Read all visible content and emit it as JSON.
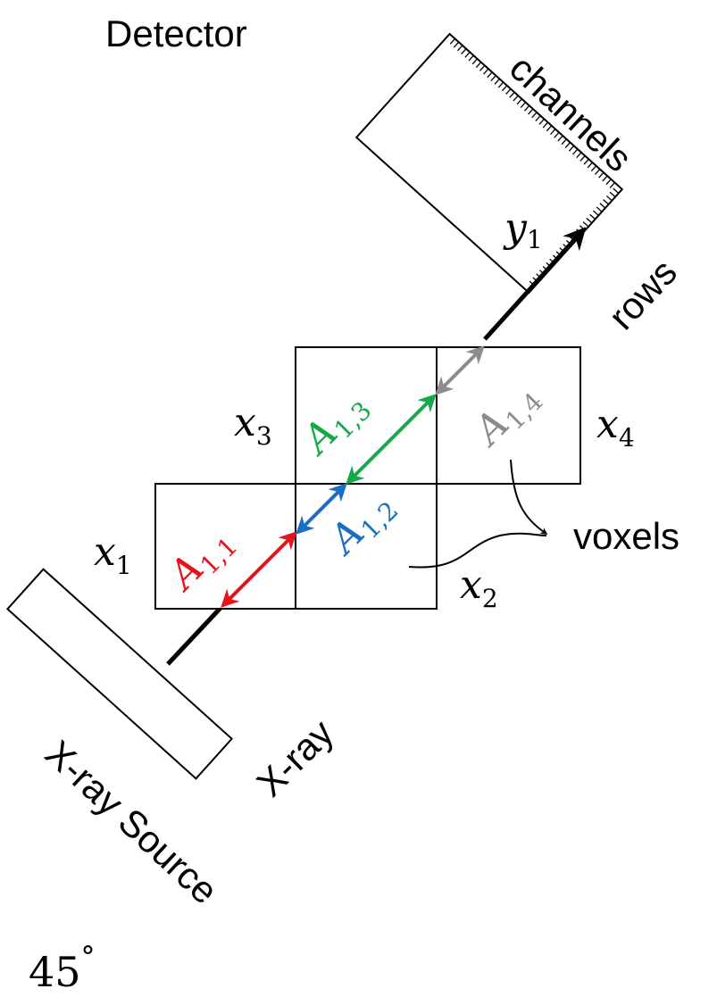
{
  "labels": {
    "detector": "Detector",
    "channels": "channels",
    "rows": "rows",
    "voxels": "voxels",
    "xray": "X-ray",
    "xray_source": "X-ray Source",
    "angle": "45",
    "angle_unit": "°"
  },
  "variables": {
    "y1": {
      "base": "y",
      "sub": "1"
    },
    "x1": {
      "base": "x",
      "sub": "1"
    },
    "x2": {
      "base": "x",
      "sub": "2"
    },
    "x3": {
      "base": "x",
      "sub": "3"
    },
    "x4": {
      "base": "x",
      "sub": "4"
    }
  },
  "weights": {
    "a11": {
      "base": "A",
      "sub": "1,1",
      "color": "#e8121d"
    },
    "a12": {
      "base": "A",
      "sub": "1,2",
      "color": "#1a6fc4"
    },
    "a13": {
      "base": "A",
      "sub": "1,3",
      "color": "#15a84a"
    },
    "a14": {
      "base": "A",
      "sub": "1,4",
      "color": "#8c8c8c"
    }
  },
  "colors": {
    "line": "#000000",
    "background": "#ffffff"
  }
}
